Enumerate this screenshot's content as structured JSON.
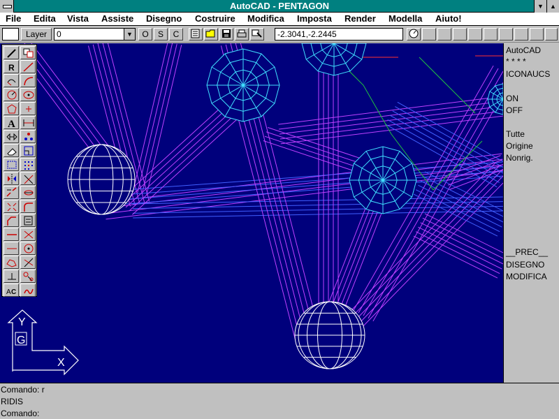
{
  "window": {
    "title": "AutoCAD - PENTAGON"
  },
  "menu": [
    {
      "label": "File"
    },
    {
      "label": "Edita"
    },
    {
      "label": "Vista"
    },
    {
      "label": "Assiste"
    },
    {
      "label": "Disegno"
    },
    {
      "label": "Costruire"
    },
    {
      "label": "Modifica"
    },
    {
      "label": "Imposta"
    },
    {
      "label": "Render"
    },
    {
      "label": "Modella"
    },
    {
      "label": "Aiuto!"
    }
  ],
  "toolbar": {
    "layer_label": "Layer",
    "layer_value": "0",
    "ortho_label": "O",
    "snap_label": "S",
    "coords_label": "C",
    "coordinates": "-2.3041,-2.2445"
  },
  "side_menu": {
    "header": "AutoCAD",
    "stars": "* * * *",
    "items": [
      "ICONAUCS",
      "ON",
      "OFF",
      "Tutte",
      "Origine",
      "Nonrig.",
      "__PREC__",
      "DISEGNO",
      "MODIFICA"
    ]
  },
  "command": {
    "lines": [
      "Comando: r",
      "RIDIS",
      "Comando:"
    ]
  },
  "ucs_icon": {
    "y_label": "Y",
    "x_label": "X",
    "g_label": "G"
  },
  "palette_icons": [
    "pencil-icon",
    "copy-icon",
    "redraw-icon",
    "line-icon",
    "undo-arc-icon",
    "arc-icon",
    "circle-icon",
    "ellipse-icon",
    "polygon-icon",
    "point-icon",
    "text-icon",
    "dimension-icon",
    "stretch-icon",
    "array-icon",
    "erase-icon",
    "scale-icon",
    "window-select-icon",
    "grid-icon",
    "mirror-icon",
    "trim-icon",
    "break-icon",
    "link-icon",
    "explode-icon",
    "fillet-icon",
    "chamfer-icon",
    "hatch-icon",
    "xline-icon",
    "cross-icon",
    "ray-icon",
    "donut-icon",
    "polyline-icon",
    "spline-icon",
    "offset-icon",
    "measure-icon",
    "attdef-icon",
    "block-icon"
  ],
  "colors": {
    "drawing_bg": "#00007c",
    "titlebar": "#008080",
    "struts": "#c040ff",
    "struts_blue": "#4060ff",
    "hubs": "#40e0ff",
    "spheres": "#ffffff"
  }
}
